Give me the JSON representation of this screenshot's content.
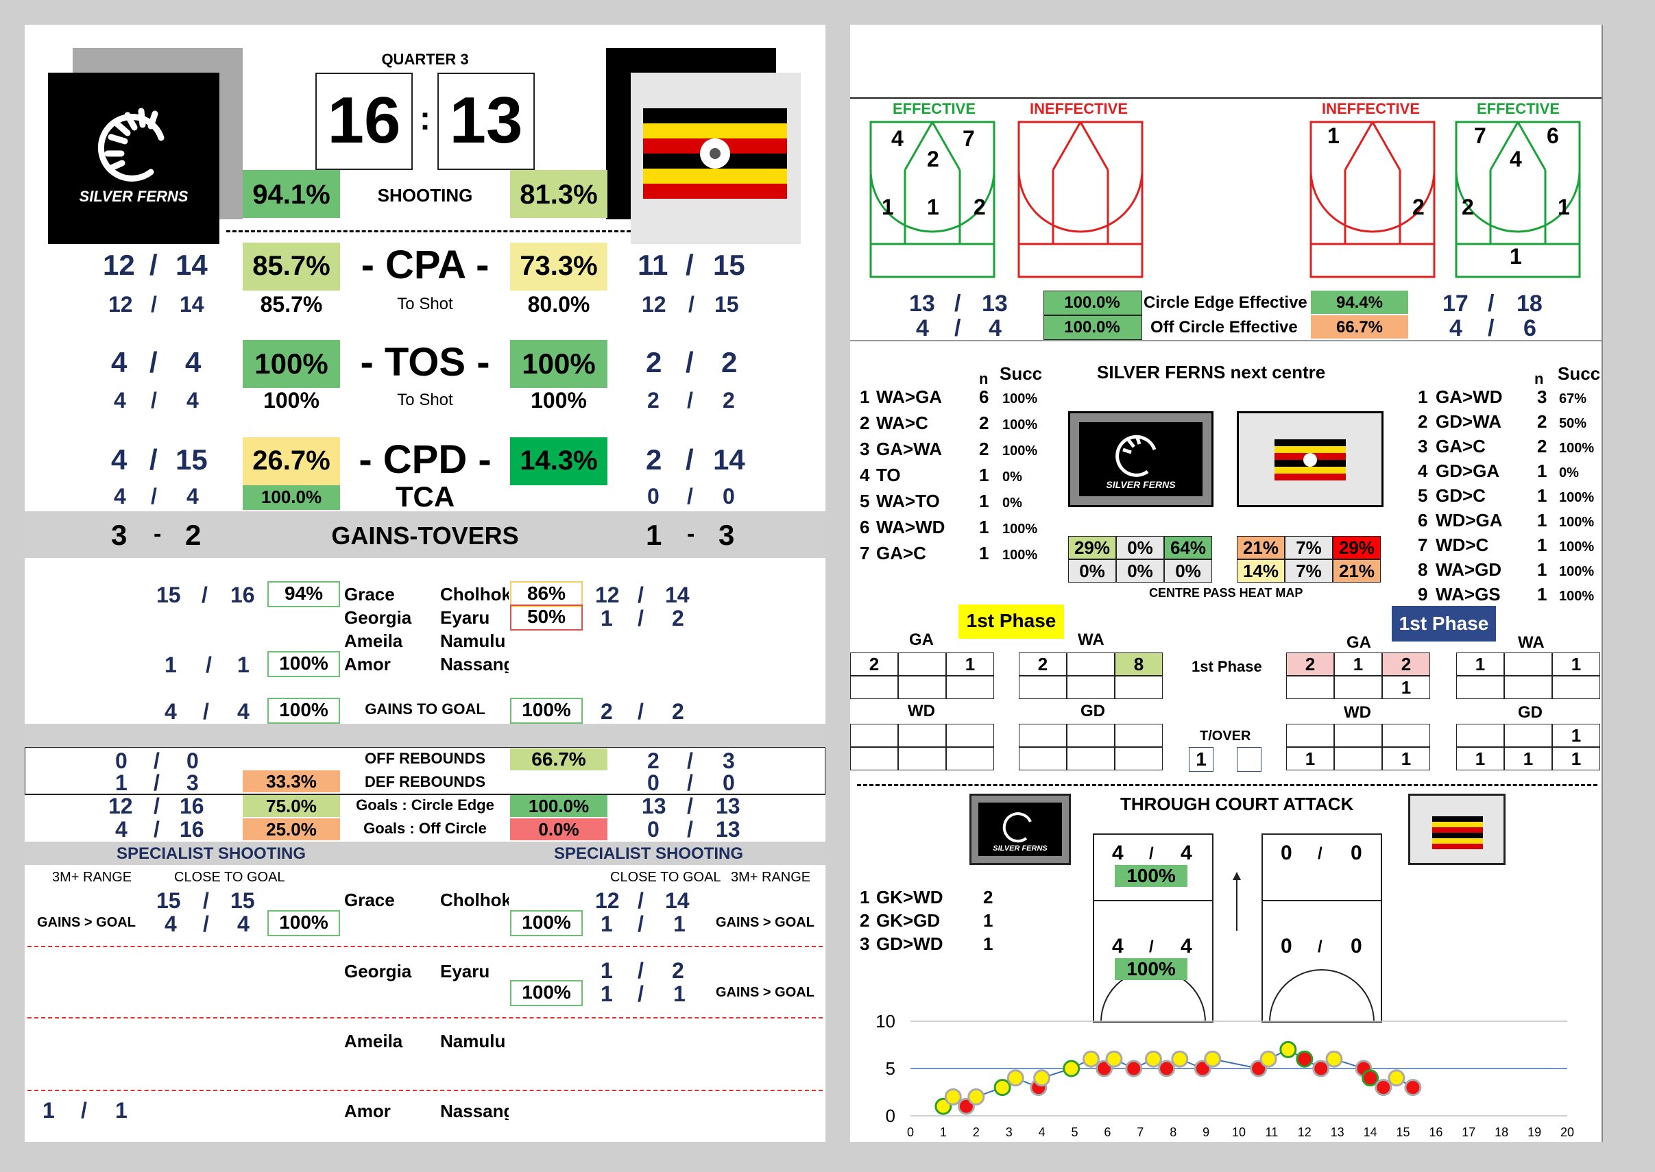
{
  "colors": {
    "green": "#6cbf73",
    "light_green": "#c4dc8c",
    "yellow": "#f4ec9a",
    "pale_yellow": "#fbf1a8",
    "dark_green": "#00b050",
    "orange": "#f7b07a",
    "red": "#f47174",
    "navy": "#1d2d5e"
  },
  "scoreboard": {
    "quarter": "QUARTER 3",
    "home_score": "16",
    "sep": ":",
    "away_score": "13",
    "home_logo_text": "SILVER FERNS",
    "home_shooting": "94.1%",
    "shooting_label": "SHOOTING",
    "away_shooting": "81.3%"
  },
  "cpa": {
    "label": "- CPA -",
    "sub": "To Shot",
    "home_a": "12",
    "home_b": "14",
    "home_pct": "85.7%",
    "home_a2": "12",
    "home_b2": "14",
    "home_pct2": "85.7%",
    "away_pct": "73.3%",
    "away_pct2": "80.0%",
    "away_a": "11",
    "away_b": "15",
    "away_a2": "12",
    "away_b2": "15"
  },
  "tos": {
    "label": "- TOS -",
    "sub": "To Shot",
    "home_a": "4",
    "home_b": "4",
    "home_pct": "100%",
    "home_a2": "4",
    "home_b2": "4",
    "home_pct2": "100%",
    "away_pct": "100%",
    "away_pct2": "100%",
    "away_a": "2",
    "away_b": "2",
    "away_a2": "2",
    "away_b2": "2"
  },
  "cpd": {
    "label": "- CPD -",
    "sub": "TCA",
    "home_a": "4",
    "home_b": "15",
    "home_pct": "26.7%",
    "home_a2": "4",
    "home_b2": "4",
    "home_pct2": "100.0%",
    "away_pct": "14.3%",
    "away_a": "2",
    "away_b": "14",
    "away_a2": "0",
    "away_b2": "0"
  },
  "gains": {
    "label": "GAINS-TOVERS",
    "home_a": "3",
    "home_b": "2",
    "away_a": "1",
    "away_b": "3",
    "dash": "-"
  },
  "shooters": {
    "rows": [
      {
        "hn": "Grace",
        "an": "Cholhok",
        "ha": "15",
        "hb": "16",
        "hp": "94%",
        "ap": "86%",
        "aa": "12",
        "ab": "14"
      },
      {
        "hn": "Georgia",
        "an": "Eyaru",
        "ha": "",
        "hb": "",
        "hp": "",
        "ap": "50%",
        "aa": "1",
        "ab": "2"
      },
      {
        "hn": "Ameila",
        "an": "Namulu",
        "ha": "",
        "hb": "",
        "hp": "",
        "ap": "",
        "aa": "",
        "ab": ""
      },
      {
        "hn": "Amor",
        "an": "Nassang",
        "ha": "1",
        "hb": "1",
        "hp": "100%",
        "ap": "",
        "aa": "",
        "ab": ""
      }
    ],
    "gtg_label": "GAINS TO GOAL",
    "gtg_ha": "4",
    "gtg_hb": "4",
    "gtg_hp": "100%",
    "gtg_ap": "100%",
    "gtg_aa": "2",
    "gtg_ab": "2"
  },
  "rebounds": {
    "off_label": "OFF REBOUNDS",
    "def_label": "DEF REBOUNDS",
    "ce_label": "Goals : Circle Edge",
    "oc_label": "Goals : Off Circle",
    "off_ha": "0",
    "off_hb": "0",
    "off_ap": "66.7%",
    "off_aa": "2",
    "off_ab": "3",
    "def_ha": "1",
    "def_hb": "3",
    "def_hp": "33.3%",
    "def_aa": "0",
    "def_ab": "0",
    "ce_ha": "12",
    "ce_hb": "16",
    "ce_hp": "75.0%",
    "ce_ap": "100.0%",
    "ce_aa": "13",
    "ce_ab": "13",
    "oc_ha": "4",
    "oc_hb": "16",
    "oc_hp": "25.0%",
    "oc_ap": "0.0%",
    "oc_aa": "0",
    "oc_ab": "13"
  },
  "specialist": {
    "title": "SPECIALIST SHOOTING",
    "range": "3M+ RANGE",
    "close": "CLOSE TO GOAL",
    "gains_goal": "GAINS > GOAL",
    "grace": "Grace",
    "cholhok": "Cholhok",
    "georgia": "Georgia",
    "eyaru": "Eyaru",
    "ameila": "Ameila",
    "namulu": "Namulu",
    "amor": "Amor",
    "nassang": "Nassang",
    "g_close_a": "15",
    "g_close_b": "15",
    "g_gg_a": "4",
    "g_gg_b": "4",
    "g_gg_p": "100%",
    "c_close_a": "12",
    "c_close_b": "14",
    "c_gg_p": "100%",
    "c_gg_a": "1",
    "c_gg_b": "1",
    "e_close_a": "1",
    "e_close_b": "2",
    "e_gg_p": "100%",
    "e_gg_a": "1",
    "e_gg_b": "1",
    "amor_a": "1",
    "amor_b": "1"
  },
  "circle": {
    "effective": "EFFECTIVE",
    "ineffective": "INEFFECTIVE",
    "home_eff": {
      "tl": "4",
      "tc": "2",
      "tr": "7",
      "ml": "1",
      "mc": "1",
      "mr": "2"
    },
    "away_ineff": {
      "tl": "1",
      "mr": "2"
    },
    "away_eff": {
      "tl": "7",
      "tc": "4",
      "tr": "6",
      "ml": "2",
      "mr": "1",
      "bot": "1"
    },
    "ce_label": "Circle Edge Effective",
    "oc_label": "Off Circle Effective",
    "h_ce_a": "13",
    "h_ce_b": "13",
    "h_ce_p": "100.0%",
    "h_oc_a": "4",
    "h_oc_b": "4",
    "h_oc_p": "100.0%",
    "a_ce_p": "94.4%",
    "a_oc_p": "66.7%",
    "a_ce_a": "17",
    "a_ce_b": "18",
    "a_oc_a": "4",
    "a_oc_b": "6"
  },
  "centre": {
    "title": "SILVER FERNS next centre",
    "n": "n",
    "succ": "Succ",
    "heat_label": "CENTRE PASS HEAT MAP",
    "home": [
      [
        "1",
        "WA>GA",
        "6",
        "100%"
      ],
      [
        "2",
        "WA>C",
        "2",
        "100%"
      ],
      [
        "3",
        "GA>WA",
        "2",
        "100%"
      ],
      [
        "4",
        "TO",
        "1",
        "0%"
      ],
      [
        "5",
        "WA>TO",
        "1",
        "0%"
      ],
      [
        "6",
        "WA>WD",
        "1",
        "100%"
      ],
      [
        "7",
        "GA>C",
        "1",
        "100%"
      ]
    ],
    "away": [
      [
        "1",
        "GA>WD",
        "3",
        "67%"
      ],
      [
        "2",
        "GD>WA",
        "2",
        "50%"
      ],
      [
        "3",
        "GA>C",
        "2",
        "100%"
      ],
      [
        "4",
        "GD>GA",
        "1",
        "0%"
      ],
      [
        "5",
        "GD>C",
        "1",
        "100%"
      ],
      [
        "6",
        "WD>GA",
        "1",
        "100%"
      ],
      [
        "7",
        "WD>C",
        "1",
        "100%"
      ],
      [
        "8",
        "WA>GD",
        "1",
        "100%"
      ],
      [
        "9",
        "WA>GS",
        "1",
        "100%"
      ]
    ],
    "heat_home": [
      [
        "29%",
        "#c4dc8c"
      ],
      [
        "0%",
        "#e8e8e8"
      ],
      [
        "64%",
        "#6cbf73"
      ],
      [
        "0%",
        "#e8e8e8"
      ],
      [
        "0%",
        "#e8e8e8"
      ],
      [
        "0%",
        "#e8e8e8"
      ]
    ],
    "heat_away": [
      [
        "21%",
        "#f7b07a"
      ],
      [
        "7%",
        "#e8e8e8"
      ],
      [
        "29%",
        "#ff0000"
      ],
      [
        "14%",
        "#fbf1a8"
      ],
      [
        "7%",
        "#e8e8e8"
      ],
      [
        "21%",
        "#f7b07a"
      ]
    ]
  },
  "phase": {
    "label": "1st Phase",
    "tover": "T/OVER",
    "ga": "GA",
    "wa": "WA",
    "wd": "WD",
    "gd": "GD",
    "h_ga": [
      "2",
      "",
      "1"
    ],
    "h_wa": [
      "2",
      "",
      "8"
    ],
    "a_ga": [
      "2",
      "1",
      "2"
    ],
    "a_ga2": [
      "",
      "",
      "1"
    ],
    "a_wa": [
      "1",
      "",
      "1"
    ],
    "a_wd2": [
      "1",
      "",
      "1"
    ],
    "a_gd": [
      "",
      "",
      "1"
    ],
    "a_gd2": [
      "1",
      "1",
      "1"
    ],
    "tover_h": "1",
    "tover_a": ""
  },
  "tca": {
    "title": "THROUGH COURT ATTACK",
    "list": [
      [
        "1",
        "GK>WD",
        "2"
      ],
      [
        "2",
        "GK>GD",
        "1"
      ],
      [
        "3",
        "GD>WD",
        "1"
      ]
    ],
    "h_top_a": "4",
    "h_top_b": "4",
    "h_top_p": "100%",
    "h_bot_a": "4",
    "h_bot_b": "4",
    "h_bot_p": "100%",
    "a_top_a": "0",
    "a_top_b": "0",
    "a_bot_a": "0",
    "a_bot_b": "0",
    "slash": "/"
  },
  "chart_data": {
    "type": "line",
    "ylim": [
      0,
      10
    ],
    "xlim": [
      0,
      20
    ],
    "yticks": [
      "0",
      "5",
      "10"
    ],
    "xticks": [
      "0",
      "1",
      "2",
      "3",
      "4",
      "5",
      "6",
      "7",
      "8",
      "9",
      "10",
      "11",
      "12",
      "13",
      "14",
      "15",
      "16",
      "17",
      "18",
      "19",
      "20"
    ],
    "reference_y": 5,
    "points": [
      {
        "x": 1,
        "y": 1,
        "c": "#ffee00",
        "e": "#2aa02a"
      },
      {
        "x": 1.3,
        "y": 2,
        "c": "#ffee00",
        "e": "#aaa"
      },
      {
        "x": 1.7,
        "y": 1,
        "c": "#ee1111",
        "e": "#aaa"
      },
      {
        "x": 2,
        "y": 2,
        "c": "#ffee00",
        "e": "#aaa"
      },
      {
        "x": 2.8,
        "y": 3,
        "c": "#ffee00",
        "e": "#2aa02a"
      },
      {
        "x": 3.2,
        "y": 4,
        "c": "#ffee00",
        "e": "#aaa"
      },
      {
        "x": 3.9,
        "y": 3,
        "c": "#ee1111",
        "e": "#aaa"
      },
      {
        "x": 4,
        "y": 4,
        "c": "#ffee00",
        "e": "#aaa"
      },
      {
        "x": 4.9,
        "y": 5,
        "c": "#ffee00",
        "e": "#2aa02a"
      },
      {
        "x": 5.5,
        "y": 6,
        "c": "#ffee00",
        "e": "#aaa"
      },
      {
        "x": 5.9,
        "y": 5,
        "c": "#ee1111",
        "e": "#aaa"
      },
      {
        "x": 6.2,
        "y": 6,
        "c": "#ffee00",
        "e": "#aaa"
      },
      {
        "x": 6.8,
        "y": 5,
        "c": "#ee1111",
        "e": "#aaa"
      },
      {
        "x": 7.4,
        "y": 6,
        "c": "#ffee00",
        "e": "#aaa"
      },
      {
        "x": 7.8,
        "y": 5,
        "c": "#ee1111",
        "e": "#aaa"
      },
      {
        "x": 8.2,
        "y": 6,
        "c": "#ffee00",
        "e": "#aaa"
      },
      {
        "x": 8.9,
        "y": 5,
        "c": "#ee1111",
        "e": "#aaa"
      },
      {
        "x": 9.2,
        "y": 6,
        "c": "#ffee00",
        "e": "#aaa"
      },
      {
        "x": 10.6,
        "y": 5,
        "c": "#ee1111",
        "e": "#aaa"
      },
      {
        "x": 10.9,
        "y": 6,
        "c": "#ffee00",
        "e": "#aaa"
      },
      {
        "x": 11.5,
        "y": 7,
        "c": "#ffee00",
        "e": "#2aa02a"
      },
      {
        "x": 12,
        "y": 6,
        "c": "#ee1111",
        "e": "#2aa02a"
      },
      {
        "x": 12.5,
        "y": 5,
        "c": "#ee1111",
        "e": "#aaa"
      },
      {
        "x": 12.9,
        "y": 6,
        "c": "#ffee00",
        "e": "#aaa"
      },
      {
        "x": 13.8,
        "y": 5,
        "c": "#ee1111",
        "e": "#aaa"
      },
      {
        "x": 14,
        "y": 4,
        "c": "#ee1111",
        "e": "#2aa02a"
      },
      {
        "x": 14.4,
        "y": 3,
        "c": "#ee1111",
        "e": "#aaa"
      },
      {
        "x": 14.8,
        "y": 4,
        "c": "#ffee00",
        "e": "#aaa"
      },
      {
        "x": 15.3,
        "y": 3,
        "c": "#ee1111",
        "e": "#aaa"
      }
    ],
    "line_color": "#3b6fb5"
  }
}
